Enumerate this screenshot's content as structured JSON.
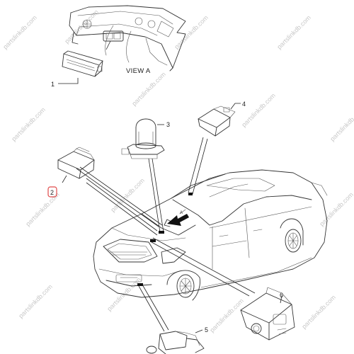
{
  "view_label": "VIEW A",
  "arrow_letter": "A",
  "callouts": [
    "1",
    "2",
    "3",
    "4",
    "5",
    "6"
  ],
  "watermark": "partslinkdb.com",
  "colors": {
    "line": "#333333",
    "highlight_ring": "#e04a4a",
    "watermark": "#c8c8c8"
  }
}
